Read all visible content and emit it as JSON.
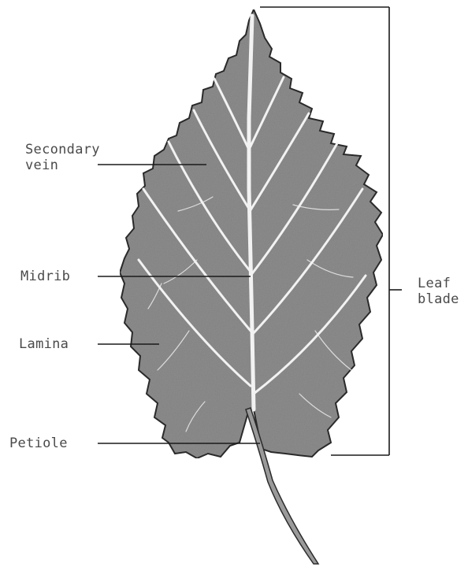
{
  "labels": {
    "secondary_vein_line1": "Secondary",
    "secondary_vein_line2": "vein",
    "midrib": "Midrib",
    "lamina": "Lamina",
    "petiole": "Petiole",
    "leaf_blade_line1": "Leaf",
    "leaf_blade_line2": "blade"
  },
  "colors": {
    "leaf_fill": "#8d8d8d",
    "leaf_outline": "#2b2b2b",
    "vein": "#f2f2f2",
    "leader_line": "#1a1a1a",
    "text": "#4a4a4a"
  }
}
